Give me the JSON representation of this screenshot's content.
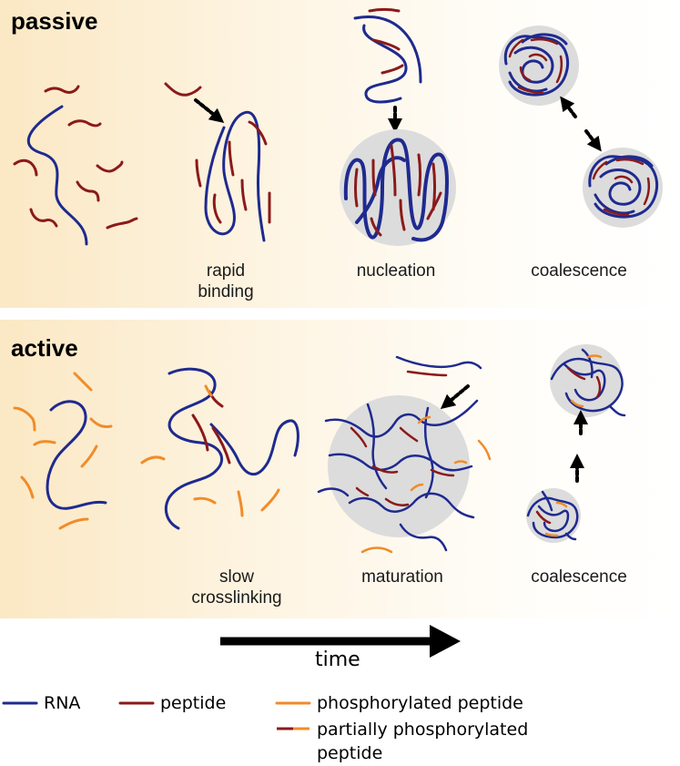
{
  "panels": {
    "passive": {
      "title": "passive",
      "stages": [
        "rapid binding",
        "nucleation",
        "coalescence"
      ]
    },
    "active": {
      "title": "active",
      "stages": [
        "slow crosslinking",
        "maturation",
        "coalescence"
      ]
    }
  },
  "axis": {
    "label": "time"
  },
  "legend": {
    "rna": "RNA",
    "peptide": "peptide",
    "phosphorylated": "phosphorylated peptide",
    "partial": "partially phosphorylated peptide"
  },
  "colors": {
    "rna": "#1f2a8f",
    "peptide": "#8b1a1a",
    "phosphorylated": "#f08c2a",
    "droplet": "#dcdcdc",
    "arrow": "#000000"
  }
}
